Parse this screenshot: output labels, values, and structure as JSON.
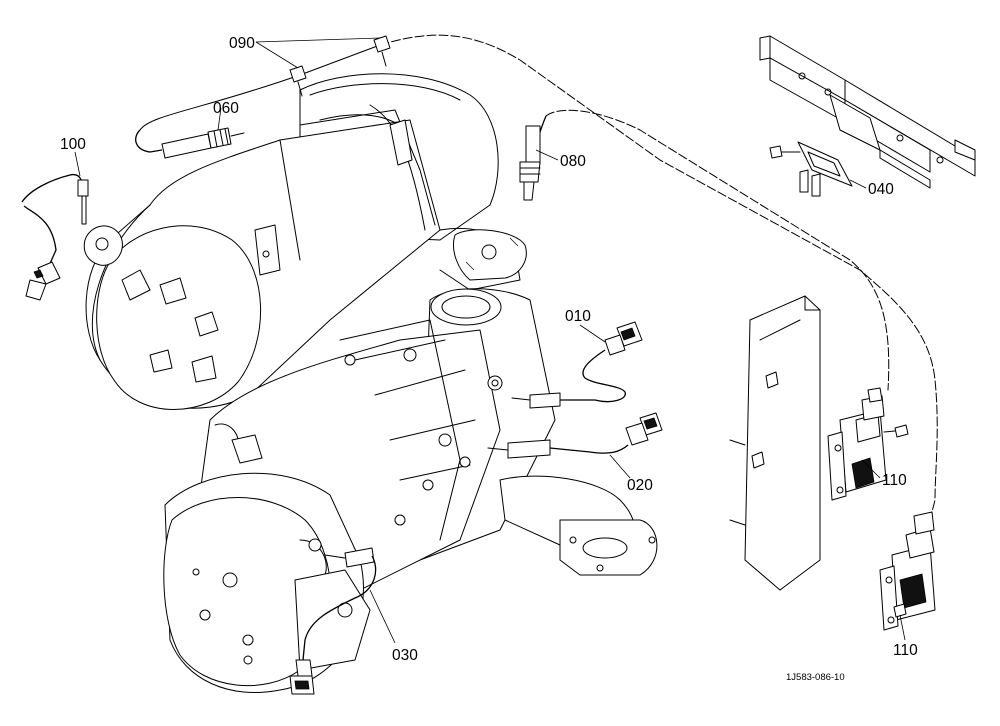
{
  "labels": {
    "p010": "010",
    "p020": "020",
    "p030": "030",
    "p040": "040",
    "p060": "060",
    "p080": "080",
    "p090": "090",
    "p100": "100",
    "p110a": "110",
    "p110b": "110"
  },
  "drawing_code": "1J583-086-10",
  "colors": {
    "line": "#000000",
    "background": "#ffffff"
  }
}
